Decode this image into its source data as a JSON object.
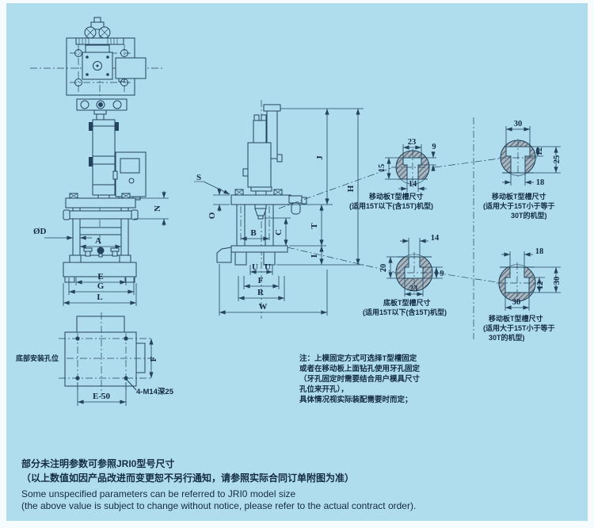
{
  "canvas": {
    "bg": "#b0ddee",
    "margin_bg": "#f6fbfd",
    "line_color": "#24435c",
    "hatch_fill": "#a9b7c1",
    "hatch_line": "#55697a"
  },
  "front_view": {
    "dims": {
      "n": "N",
      "phi_d": "ØD",
      "a": "A",
      "e": "E",
      "g": "G",
      "l": "L"
    }
  },
  "side_view": {
    "dims": {
      "s": "S",
      "o": "O",
      "b": "B",
      "u": "U",
      "f": "F",
      "r": "R",
      "w": "W",
      "j": "J",
      "h": "H",
      "t": "T",
      "c": "C",
      "i": "I"
    }
  },
  "base_view": {
    "label": "底部安装孔位",
    "dim_f": "F",
    "dim_e50": "E-50",
    "thread_note": "4-M14深25"
  },
  "tslot_details": [
    {
      "dim_top": "23",
      "dim_pocket": "9",
      "dim_depth": "15",
      "dim_neck": "14",
      "caption": [
        "移动板T型槽尺寸",
        "(适用15T以下(含15T)机型)"
      ]
    },
    {
      "dim_top": "30",
      "dim_pocket": "12",
      "dim_depth": "25",
      "dim_neck": "18",
      "caption": [
        "移动板T型槽尺寸",
        "(适用大于15T小于等于",
        "30T的机型)"
      ]
    },
    {
      "dim_neck": "14",
      "dim_depth": "20",
      "dim_pocket": "9",
      "dim_bottom": "23",
      "caption": [
        "底板T型槽尺寸",
        "(适用15T以下(含15T)机型)"
      ]
    },
    {
      "dim_neck": "18",
      "dim_pocket": "12",
      "dim_depth": "30",
      "dim_bottom": "30",
      "caption": [
        "移动板T型槽尺寸",
        "(适用大于15T小于等于",
        "30T的机型)"
      ]
    }
  ],
  "note": {
    "l1": "注：上模固定方式可选择T型槽固定",
    "l2": "或者在移动板上面钻孔使用牙孔固定",
    "l3": "（牙孔固定时需要结合用户模具尺寸",
    "l4": "孔位来开孔），",
    "l5": "具体情况视实际装配需要时而定；"
  },
  "footer": {
    "cn1": "部分未注明参数可参照JRI0型号尺寸",
    "cn2": "（以上数值如因产品改进而变更恕不另行通知，请参照实际合同订单附图为准）",
    "en1": "Some unspecified parameters can be referred to JRI0 model size",
    "en2": "(the above value is subject to change without notice, please refer to the actual contract order)."
  }
}
